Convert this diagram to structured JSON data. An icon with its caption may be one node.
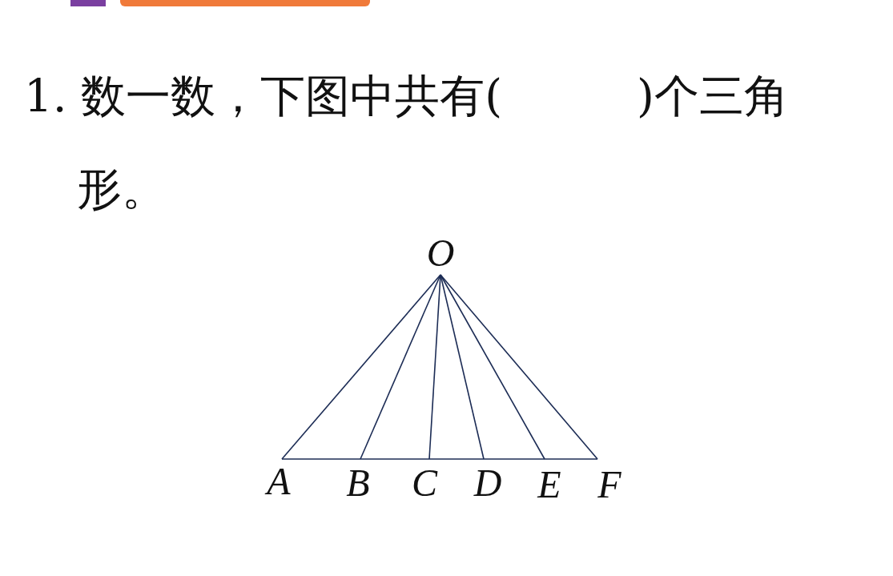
{
  "diagram": {
    "title": "1. 数一数，下图中共有(　　　)个三角形。",
    "nodes": [
      {
        "text": [
          "O"
        ]
      },
      {
        "text": [
          "A"
        ]
      },
      {
        "text": [
          "B"
        ]
      },
      {
        "text": [
          "C"
        ]
      },
      {
        "text": [
          "D"
        ]
      },
      {
        "text": [
          "E"
        ]
      },
      {
        "text": [
          "F"
        ]
      }
    ],
    "edges": [
      {
        "from": 0,
        "to": 1,
        "arrow": "none"
      },
      {
        "from": 0,
        "to": 2,
        "arrow": "none"
      },
      {
        "from": 0,
        "to": 3,
        "arrow": "none"
      },
      {
        "from": 0,
        "to": 4,
        "arrow": "none"
      },
      {
        "from": 0,
        "to": 5,
        "arrow": "none"
      },
      {
        "from": 0,
        "to": 6,
        "arrow": "none"
      },
      {
        "from": 1,
        "to": 6,
        "arrow": "none"
      }
    ]
  }
}
